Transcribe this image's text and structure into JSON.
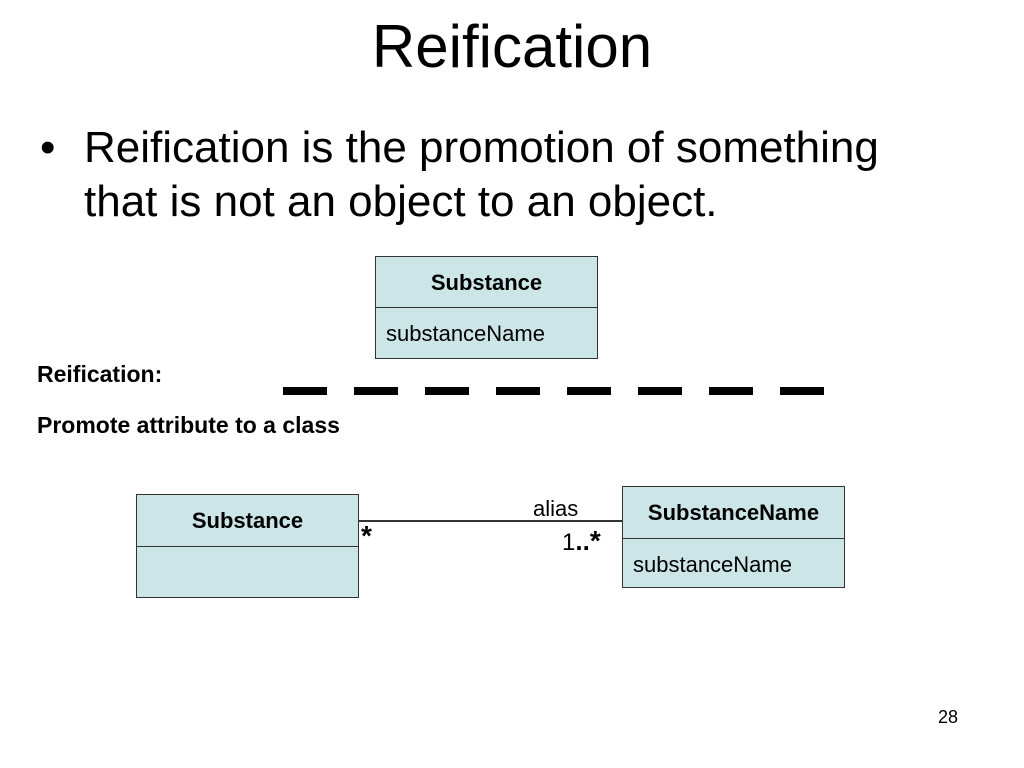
{
  "slide": {
    "title": "Reification",
    "bullet_marker": "•",
    "bullet_text": "Reification is the promotion of something that is not an object to an object.",
    "label_reification": "Reification:",
    "label_promote": "Promote attribute to a class",
    "page_number": "28"
  },
  "diagram_top": {
    "class_name": "Substance",
    "attribute": "substanceName"
  },
  "diagram_bottom": {
    "left_class": {
      "name": "Substance",
      "attribute": ""
    },
    "right_class": {
      "name": "SubstanceName",
      "attribute": "substanceName"
    },
    "association": {
      "role_name": "alias",
      "left_multiplicity": "*",
      "right_multiplicity_prefix": "1",
      "right_multiplicity_dots": "..",
      "right_multiplicity_star": "*"
    }
  },
  "colors": {
    "class_fill": "#cce6e8",
    "border": "#333333"
  }
}
